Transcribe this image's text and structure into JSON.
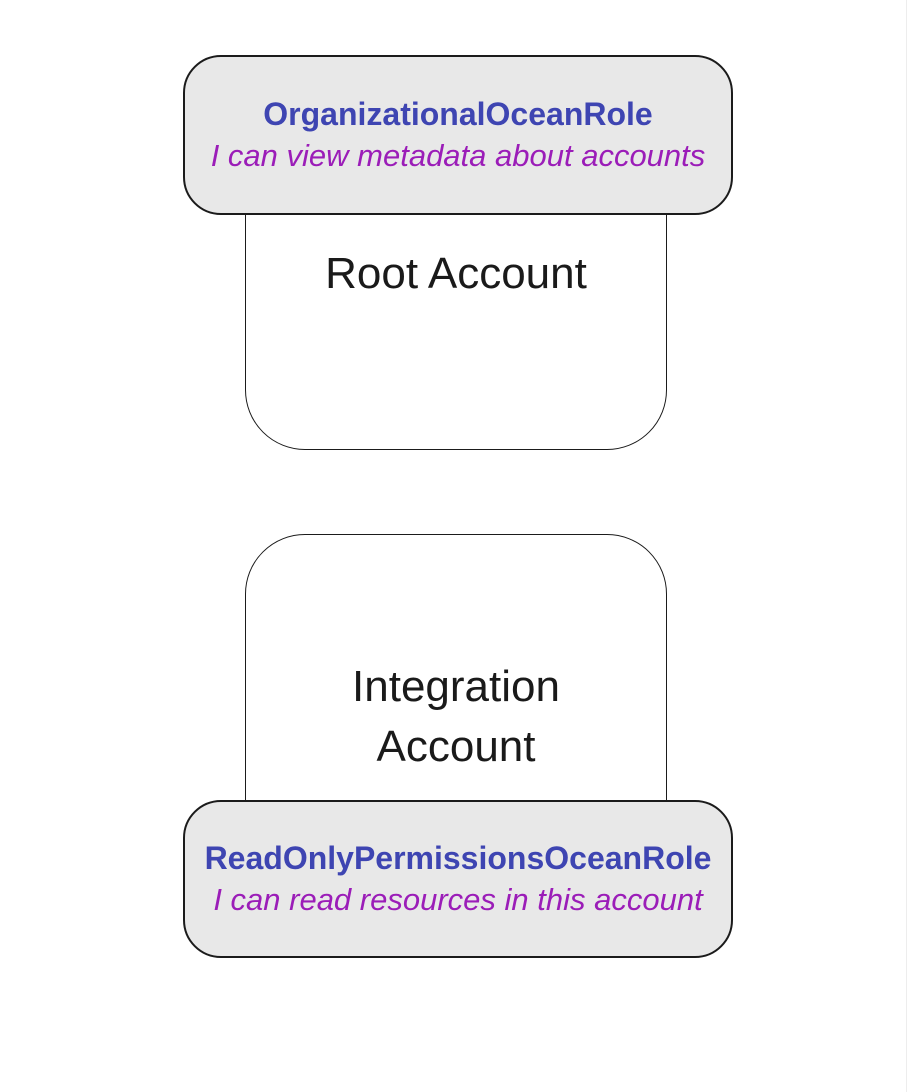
{
  "diagram": {
    "groups": [
      {
        "account_label": "Root Account",
        "badge_position": "top",
        "role": {
          "name": "OrganizationalOceanRole",
          "description": "I can view metadata about accounts"
        }
      },
      {
        "account_label": "Integration Account",
        "badge_position": "bottom",
        "role": {
          "name": "ReadOnlyPermissionsOceanRole",
          "description": "I can read resources in this account"
        }
      }
    ],
    "colors": {
      "role_name": "#3e45b2",
      "role_description": "#9b1db8",
      "badge_fill": "#e8e8e8",
      "box_fill": "#ffffff",
      "line": "#1b1b1b",
      "account_text": "#1a1a1a",
      "background": "#ffffff"
    }
  }
}
